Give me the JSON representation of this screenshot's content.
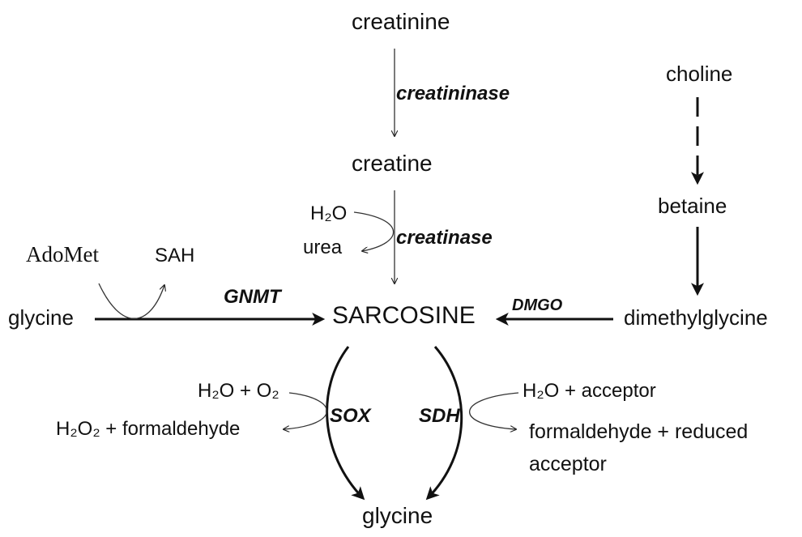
{
  "diagram": {
    "molecules": {
      "creatinine": "creatinine",
      "creatine": "creatine",
      "choline": "choline",
      "betaine": "betaine",
      "dimethylglycine": "dimethylglycine",
      "sarcosine": "SARCOSINE",
      "glycine_left": "glycine",
      "glycine_bottom": "glycine"
    },
    "cofactors": {
      "h2o_creatinase": "H₂O",
      "urea": "urea",
      "adomet": "AdoMet",
      "sah": "SAH",
      "h2o_o2": "H₂O + O₂",
      "h2o2_formaldehyde": "H₂O₂ + formaldehyde",
      "h2o_acceptor": "H₂O + acceptor",
      "formaldehyde_reduced": "formaldehyde + reduced",
      "acceptor": "acceptor"
    },
    "enzymes": {
      "creatininase": "creatininase",
      "creatinase": "creatinase",
      "gnmt": "GNMT",
      "dmgo": "DMGO",
      "sox": "SOX",
      "sdh": "SDH"
    }
  }
}
